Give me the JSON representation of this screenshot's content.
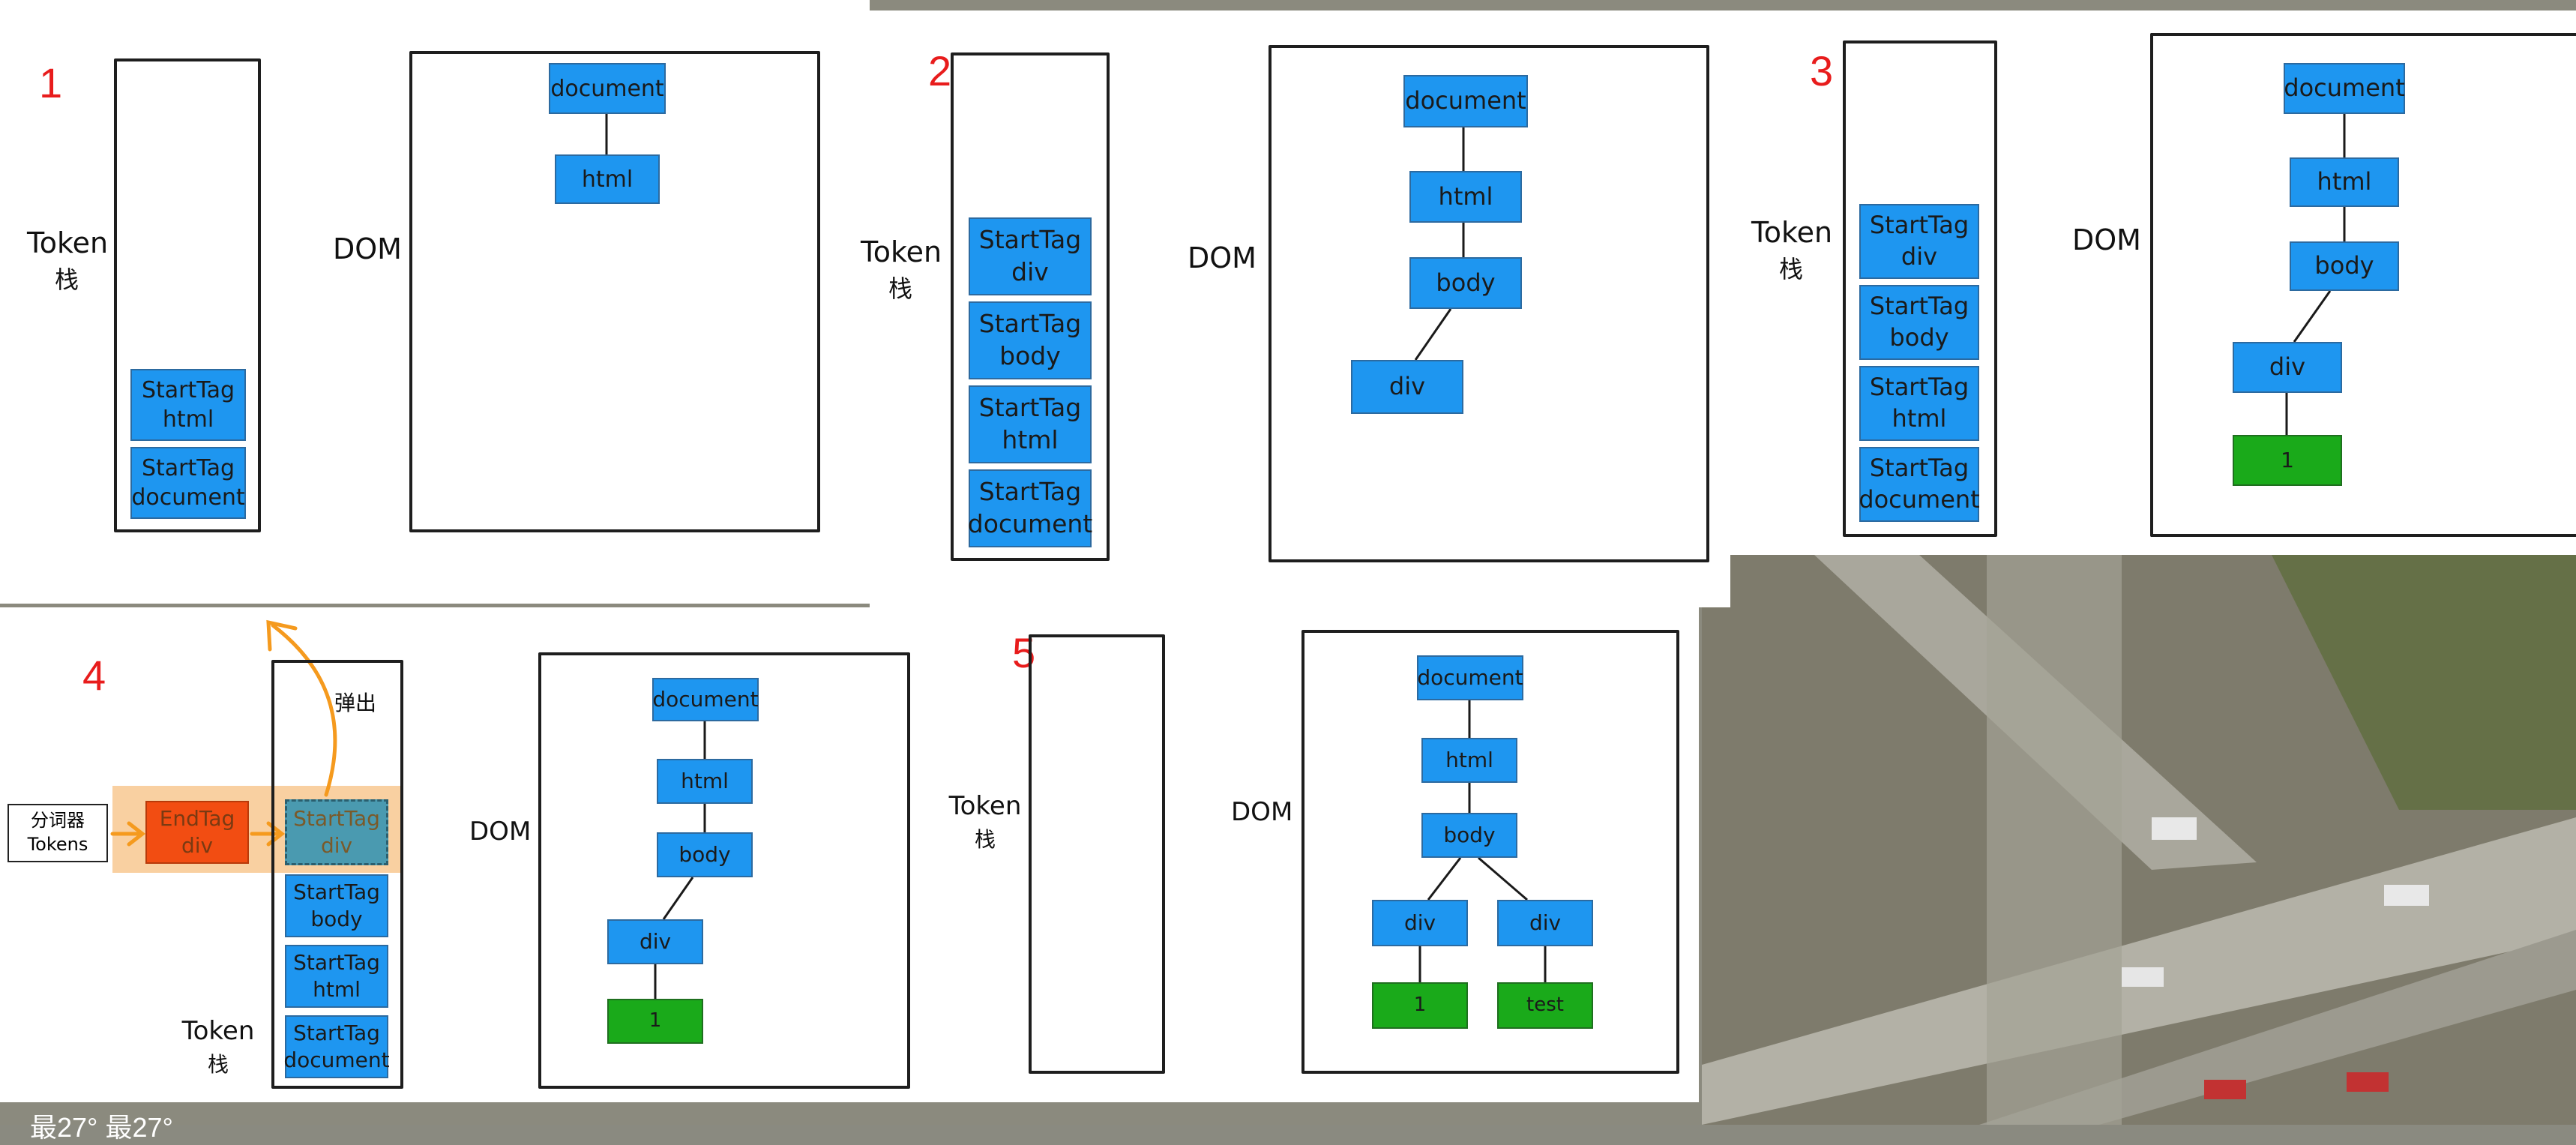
{
  "labels": {
    "token": "Token",
    "zhan": "栈",
    "dom": "DOM",
    "popout": "弹出",
    "tokenizer_line1": "分词器",
    "tokenizer_line2": "Tokens",
    "status": "最27° 最27°"
  },
  "steps": [
    "1",
    "2",
    "3",
    "4",
    "5"
  ],
  "step1": {
    "stack": [
      {
        "l1": "StartTag",
        "l2": "html"
      },
      {
        "l1": "StartTag",
        "l2": "document"
      }
    ],
    "dom": [
      "document",
      "html"
    ]
  },
  "step2": {
    "stack": [
      {
        "l1": "StartTag",
        "l2": "div"
      },
      {
        "l1": "StartTag",
        "l2": "body"
      },
      {
        "l1": "StartTag",
        "l2": "html"
      },
      {
        "l1": "StartTag",
        "l2": "document"
      }
    ],
    "dom": [
      "document",
      "html",
      "body",
      "div"
    ]
  },
  "step3": {
    "stack": [
      {
        "l1": "StartTag",
        "l2": "div"
      },
      {
        "l1": "StartTag",
        "l2": "body"
      },
      {
        "l1": "StartTag",
        "l2": "html"
      },
      {
        "l1": "StartTag",
        "l2": "document"
      }
    ],
    "dom": [
      "document",
      "html",
      "body",
      "div",
      "1"
    ]
  },
  "step4": {
    "incoming": {
      "l1": "EndTag",
      "l2": "div"
    },
    "stack": [
      {
        "l1": "StartTag",
        "l2": "div"
      },
      {
        "l1": "StartTag",
        "l2": "body"
      },
      {
        "l1": "StartTag",
        "l2": "html"
      },
      {
        "l1": "StartTag",
        "l2": "document"
      }
    ],
    "dom": [
      "document",
      "html",
      "body",
      "div",
      "1"
    ]
  },
  "step5": {
    "dom": [
      "document",
      "html",
      "body",
      "div",
      "div",
      "1",
      "test"
    ]
  },
  "colors": {
    "node_blue": "#1e96f0",
    "text_green": "#1aaa1a",
    "end_tag": "#f24d12",
    "highlight": "#f8c890",
    "step_number": "#e81c1c"
  }
}
